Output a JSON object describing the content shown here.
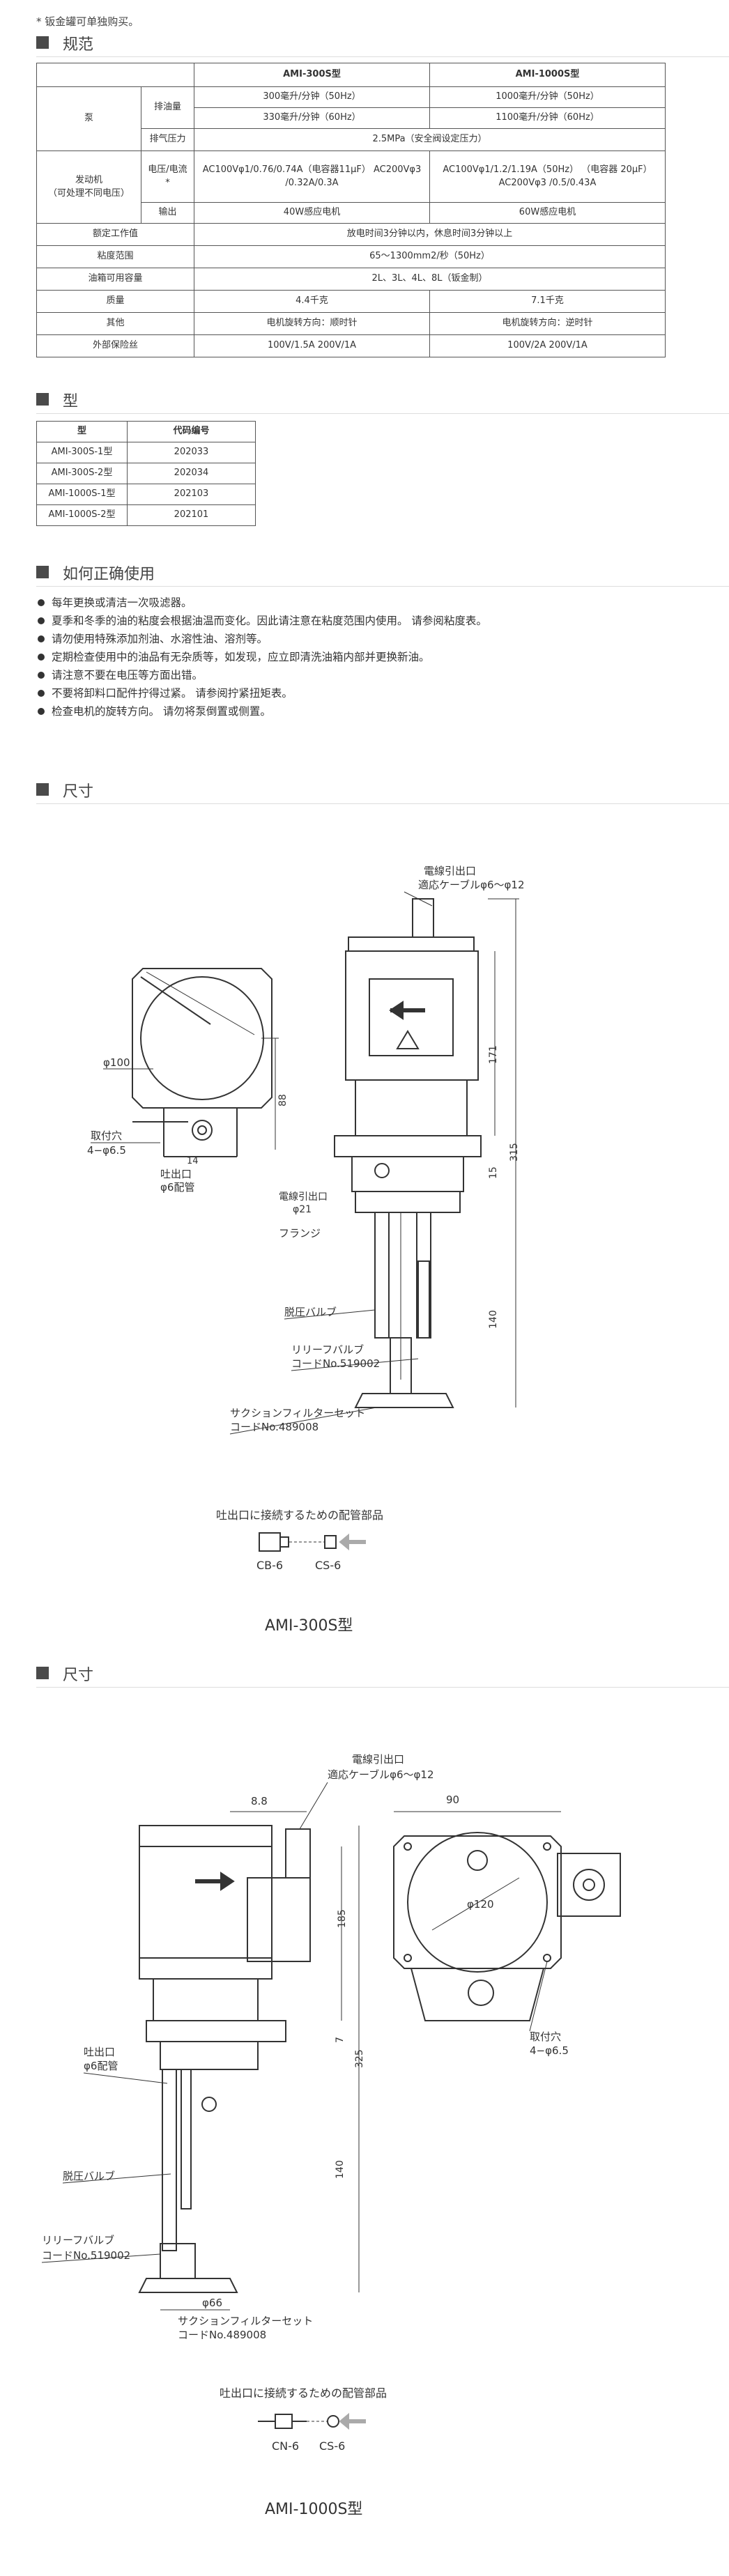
{
  "note": "* 钣金罐可单独购买。",
  "sections": {
    "specs": "规范",
    "models": "型",
    "usage": "如何正确使用",
    "dims1": "尺寸",
    "dims2": "尺寸"
  },
  "spec_table": {
    "header": [
      "AMI-300S型",
      "AMI-1000S型"
    ],
    "pump": "泵",
    "discharge": "排油量",
    "d50_300": "300毫升/分钟（50Hz）",
    "d50_1000": "1000毫升/分钟（50Hz）",
    "d60_300": "330毫升/分钟（60Hz）",
    "d60_1000": "1100毫升/分钟（60Hz）",
    "pressure_label": "排气压力",
    "pressure_val": "2.5MPa（安全阀设定压力）",
    "motor": "发动机",
    "motor_sub": "（可处理不同电压）",
    "voltage_label": "电压/电流",
    "star": "*",
    "volt_300": "AC100Vφ1/0.76/0.74A（电容器11μF） AC200Vφ3 /0.32A/0.3A",
    "volt_1000": "AC100Vφ1/1.2/1.19A（50Hz） （电容器 20μF） AC200Vφ3 /0.5/0.43A",
    "output_label": "输出",
    "out_300": "40W感应电机",
    "out_1000": "60W感应电机",
    "rated_label": "额定工作值",
    "rated_val": "放电时间3分钟以内，休息时间3分钟以上",
    "visc_label": "粘度范围",
    "visc_val": "65〜1300mm2/秒（50Hz）",
    "tank_label": "油箱可用容量",
    "tank_val": "2L、3L、4L、8L（钣金制）",
    "mass_label": "质量",
    "mass_300": "4.4千克",
    "mass_1000": "7.1千克",
    "other_label": "其他",
    "other_300": "电机旋转方向：顺时针",
    "other_1000": "电机旋转方向：逆时针",
    "fuse_label": "外部保险丝",
    "fuse_300": "100V/1.5A 200V/1A",
    "fuse_1000": "100V/2A 200V/1A"
  },
  "model_table": {
    "headers": [
      "型",
      "代码编号"
    ],
    "rows": [
      {
        "model": "AMI-300S-1型",
        "code": "202033"
      },
      {
        "model": "AMI-300S-2型",
        "code": "202034"
      },
      {
        "model": "AMI-1000S-1型",
        "code": "202103"
      },
      {
        "model": "AMI-1000S-2型",
        "code": "202101"
      }
    ]
  },
  "usage": [
    "每年更换或清洁一次吸滤器。",
    "夏季和冬季的油的粘度会根据油温而变化。因此请注意在粘度范围内使用。 请参阅粘度表。",
    "请勿使用特殊添加剂油、水溶性油、溶剂等。",
    "定期检查使用中的油品有无杂质等，如发现，应立即清洗油箱内部并更换新油。",
    "请注意不要在电压等方面出错。",
    "不要将卸料口配件拧得过紧。 请参阅拧紧扭矩表。",
    "检查电机的旋转方向。 请勿将泵倒置或侧置。"
  ],
  "dwg1": {
    "cable_exit": "電線引出口",
    "cable": "適応ケーブルφ6〜φ12",
    "phi100": "φ100",
    "d88": "88",
    "d171": "171",
    "d315": "315",
    "d15": "15",
    "d140": "140",
    "d14": "14",
    "mount": "取付穴",
    "mount_spec": "4−φ6.5",
    "discharge": "吐出口",
    "pipe": "φ6配管",
    "cable_exit2": "電線引出口",
    "phi21": "φ21",
    "flange": "フランジ",
    "deaer": "脱圧バルブ",
    "relief": "リリーフバルブ",
    "relief_code": "コードNo.519002",
    "filter": "サクションフィルターセット",
    "filter_code": "コードNo.489008",
    "parts_title": "吐出口に接続するための配管部品",
    "part_a": "CB-6",
    "part_b": "CS-6",
    "model": "AMI-300S型"
  },
  "dwg2": {
    "d88": "8.8",
    "cable_exit": "電線引出口",
    "cable": "適応ケーブルφ6〜φ12",
    "d90": "90",
    "phi120": "φ120",
    "d185": "185",
    "d325": "325",
    "d7": "7",
    "d140": "140",
    "discharge": "吐出口",
    "pipe": "φ6配管",
    "mount": "取付穴",
    "mount_spec": "4−φ6.5",
    "deaer": "脱圧バルブ",
    "relief": "リリーフバルブ",
    "relief_code": "コードNo.519002",
    "phi66": "φ66",
    "filter": "サクションフィルターセット",
    "filter_code": "コードNo.489008",
    "parts_title": "吐出口に接続するための配管部品",
    "part_a": "CN-6",
    "part_b": "CS-6",
    "model": "AMI-1000S型"
  },
  "colors": {
    "line": "#333333",
    "arrow_grey": "#aaaaaa",
    "rule": "#dddddd"
  }
}
